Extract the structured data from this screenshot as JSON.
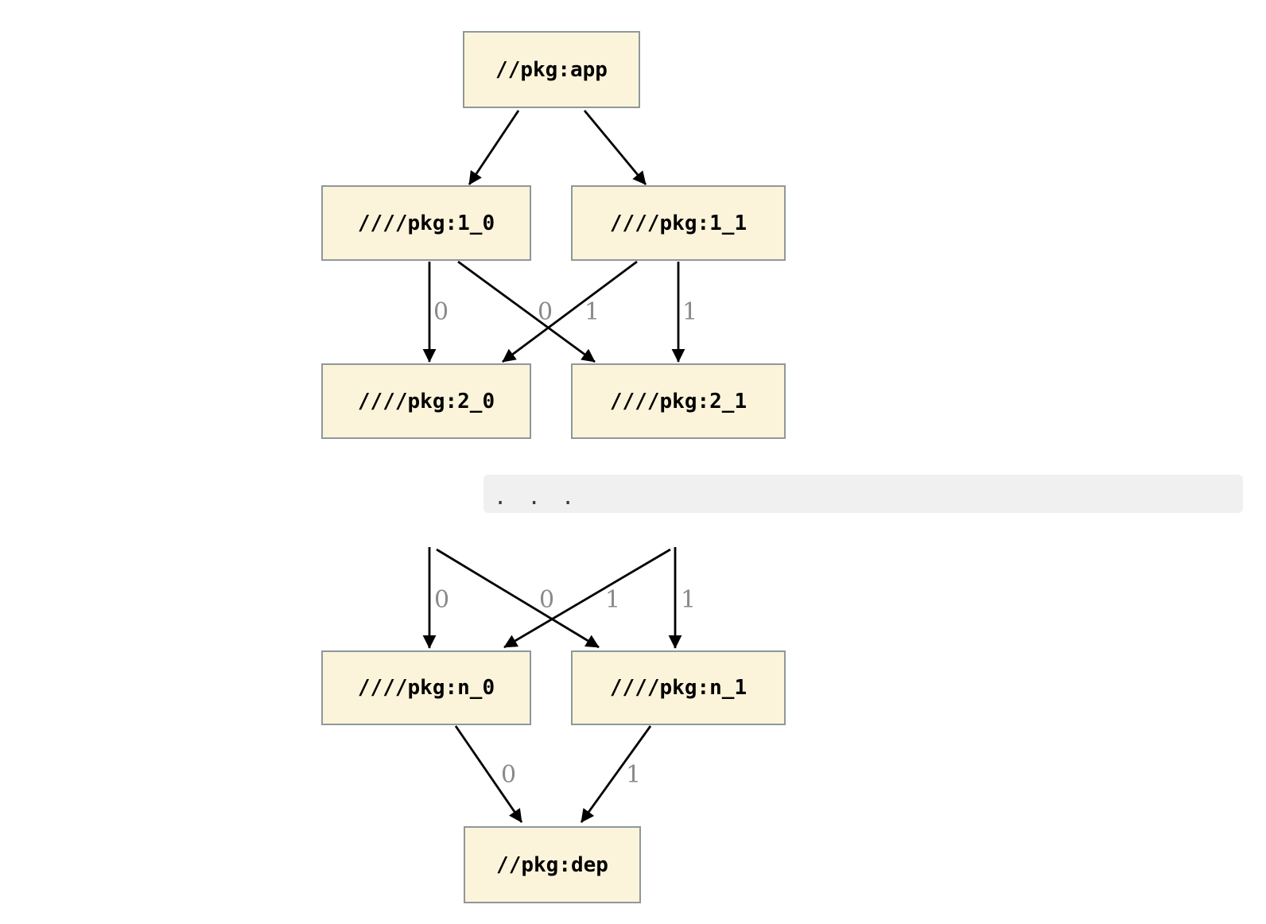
{
  "colors": {
    "node_fill": "#fcf4da",
    "node_border": "#8e989a",
    "edge": "#000000",
    "edge_label": "#8a8a8a",
    "ellipsis_bg": "#f0f0f0",
    "ellipsis_text": "#3a3a3a"
  },
  "nodes": {
    "app": {
      "label": "//pkg:app"
    },
    "l1_0": {
      "label": "////pkg:1_0"
    },
    "l1_1": {
      "label": "////pkg:1_1"
    },
    "l2_0": {
      "label": "////pkg:2_0"
    },
    "l2_1": {
      "label": "////pkg:2_1"
    },
    "ln_0": {
      "label": "////pkg:n_0"
    },
    "ln_1": {
      "label": "////pkg:n_1"
    },
    "dep": {
      "label": "//pkg:dep"
    }
  },
  "edge_labels": {
    "from_1_0_to_2_0": "0",
    "from_1_1_to_2_0": "0",
    "from_1_0_to_2_1": "1",
    "from_1_1_to_2_1": "1",
    "from_prev_0_to_n_0": "0",
    "from_prev_1_to_n_0": "0",
    "from_prev_0_to_n_1": "1",
    "from_prev_1_to_n_1": "1",
    "from_n_0_to_dep": "0",
    "from_n_1_to_dep": "1"
  },
  "ellipsis": {
    "text": ". . ."
  }
}
